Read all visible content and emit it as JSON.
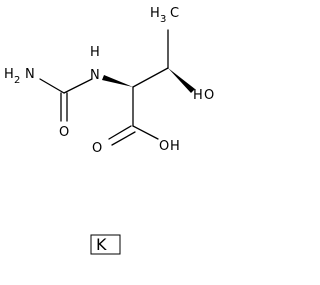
{
  "molecule": {
    "atoms": {
      "methyl_h": "H",
      "methyl_h_sub": "3",
      "methyl_c": "C",
      "amide_nh2_h": "H",
      "amide_nh2_h_sub": "2",
      "amide_nh2_n": "N",
      "nh_h": "H",
      "nh_n": "N",
      "hydroxyl_h": "H",
      "hydroxyl_o": "O",
      "carbonyl_o": "O",
      "acid_o": "O",
      "acid_h": "H"
    },
    "counterion": "K"
  }
}
